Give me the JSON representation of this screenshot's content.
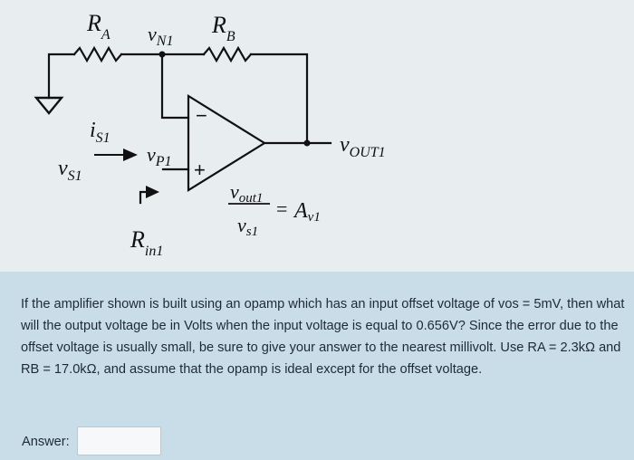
{
  "figure": {
    "labels": {
      "ra_main": "R",
      "ra_sub": "A",
      "rb_main": "R",
      "rb_sub": "B",
      "vn1_main": "v",
      "vn1_sub": "N1",
      "vp1_main": "v",
      "vp1_sub": "P1",
      "vout1_main": "v",
      "vout1_sub": "OUT1",
      "vs1_main": "v",
      "vs1_sub": "S1",
      "is1_main": "i",
      "is1_sub": "S1",
      "rin1_main": "R",
      "rin1_sub": "in1",
      "minus_sign": "−",
      "plus_sign": "+",
      "eq_num_main": "v",
      "eq_num_sub": "out1",
      "eq_den_main": "v",
      "eq_den_sub": "s1",
      "eq_equals": "=",
      "eq_rhs_main": "A",
      "eq_rhs_sub": "v1"
    }
  },
  "question": {
    "text": "If the amplifier shown is built using an opamp which has an input offset voltage of vos = 5mV, then what will the output voltage be in Volts when the input voltage is equal to 0.656V? Since the error due to the offset voltage is usually small, be sure to give your answer to the nearest millivolt. Use RA = 2.3kΩ and RB = 17.0kΩ, and assume that the opamp is ideal except for the offset voltage."
  },
  "answer": {
    "label": "Answer:",
    "value": ""
  }
}
